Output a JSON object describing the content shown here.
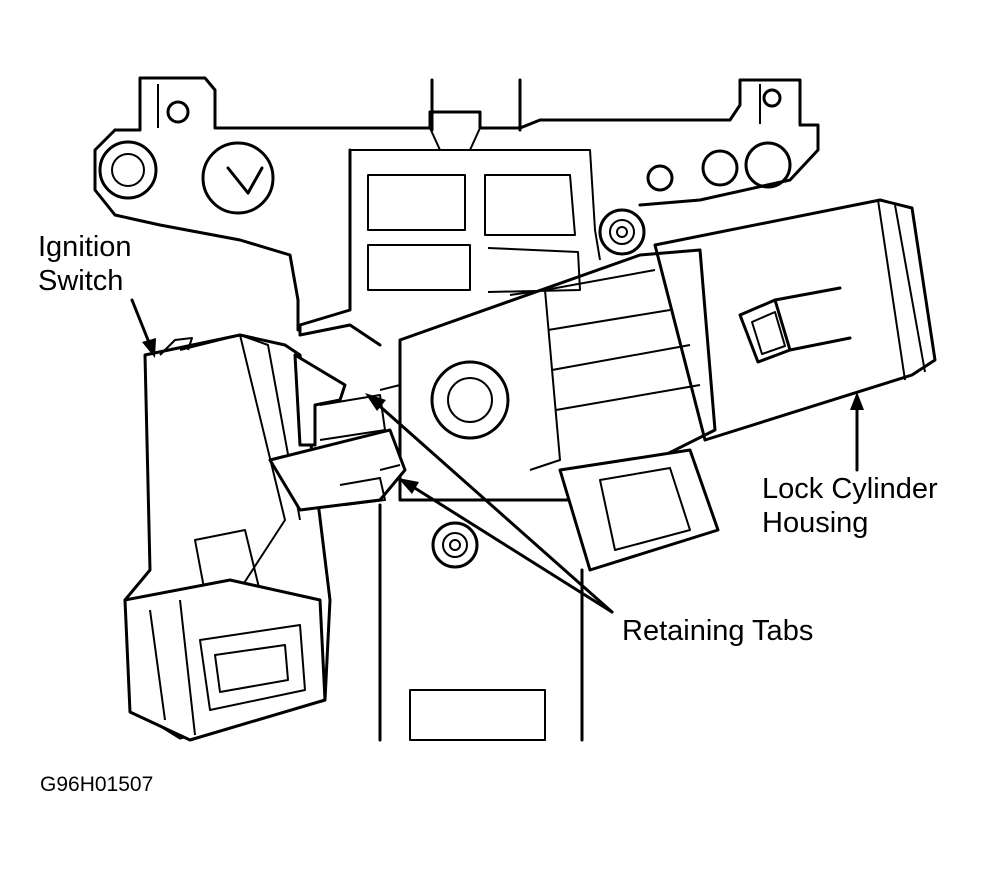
{
  "labels": {
    "ignition_switch": [
      "Ignition",
      "Switch"
    ],
    "lock_cylinder_housing": [
      "Lock Cylinder",
      "Housing"
    ],
    "retaining_tabs": "Retaining Tabs",
    "figure_code": "G96H01507"
  },
  "colors": {
    "line": "#000000",
    "background": "#ffffff"
  }
}
